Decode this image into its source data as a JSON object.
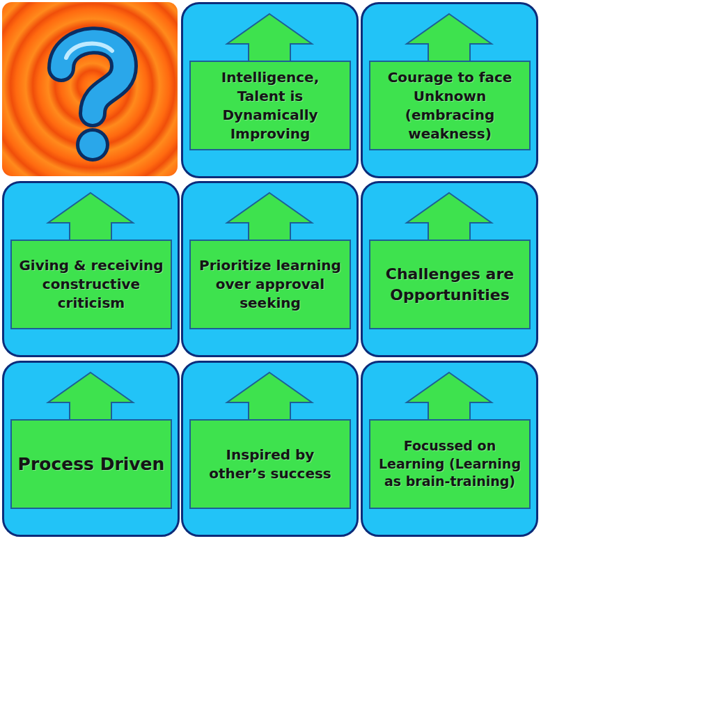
{
  "diagram": {
    "nodes": [
      {
        "text": [
          "Intelligence, Talent is Dynamically Improving"
        ]
      },
      {
        "text": [
          "Courage to face Unknown (embracing weakness)"
        ]
      },
      {
        "text": [
          "Giving & receiving constructive criticism"
        ]
      },
      {
        "text": [
          "Prioritize learning over approval seeking"
        ]
      },
      {
        "text": [
          "Challenges are Opportunities"
        ]
      },
      {
        "text": [
          "Process Driven"
        ]
      },
      {
        "text": [
          "Inspired by other’s success"
        ]
      },
      {
        "text": [
          "Focussed on Learning (Learning as brain-training)"
        ]
      }
    ]
  }
}
